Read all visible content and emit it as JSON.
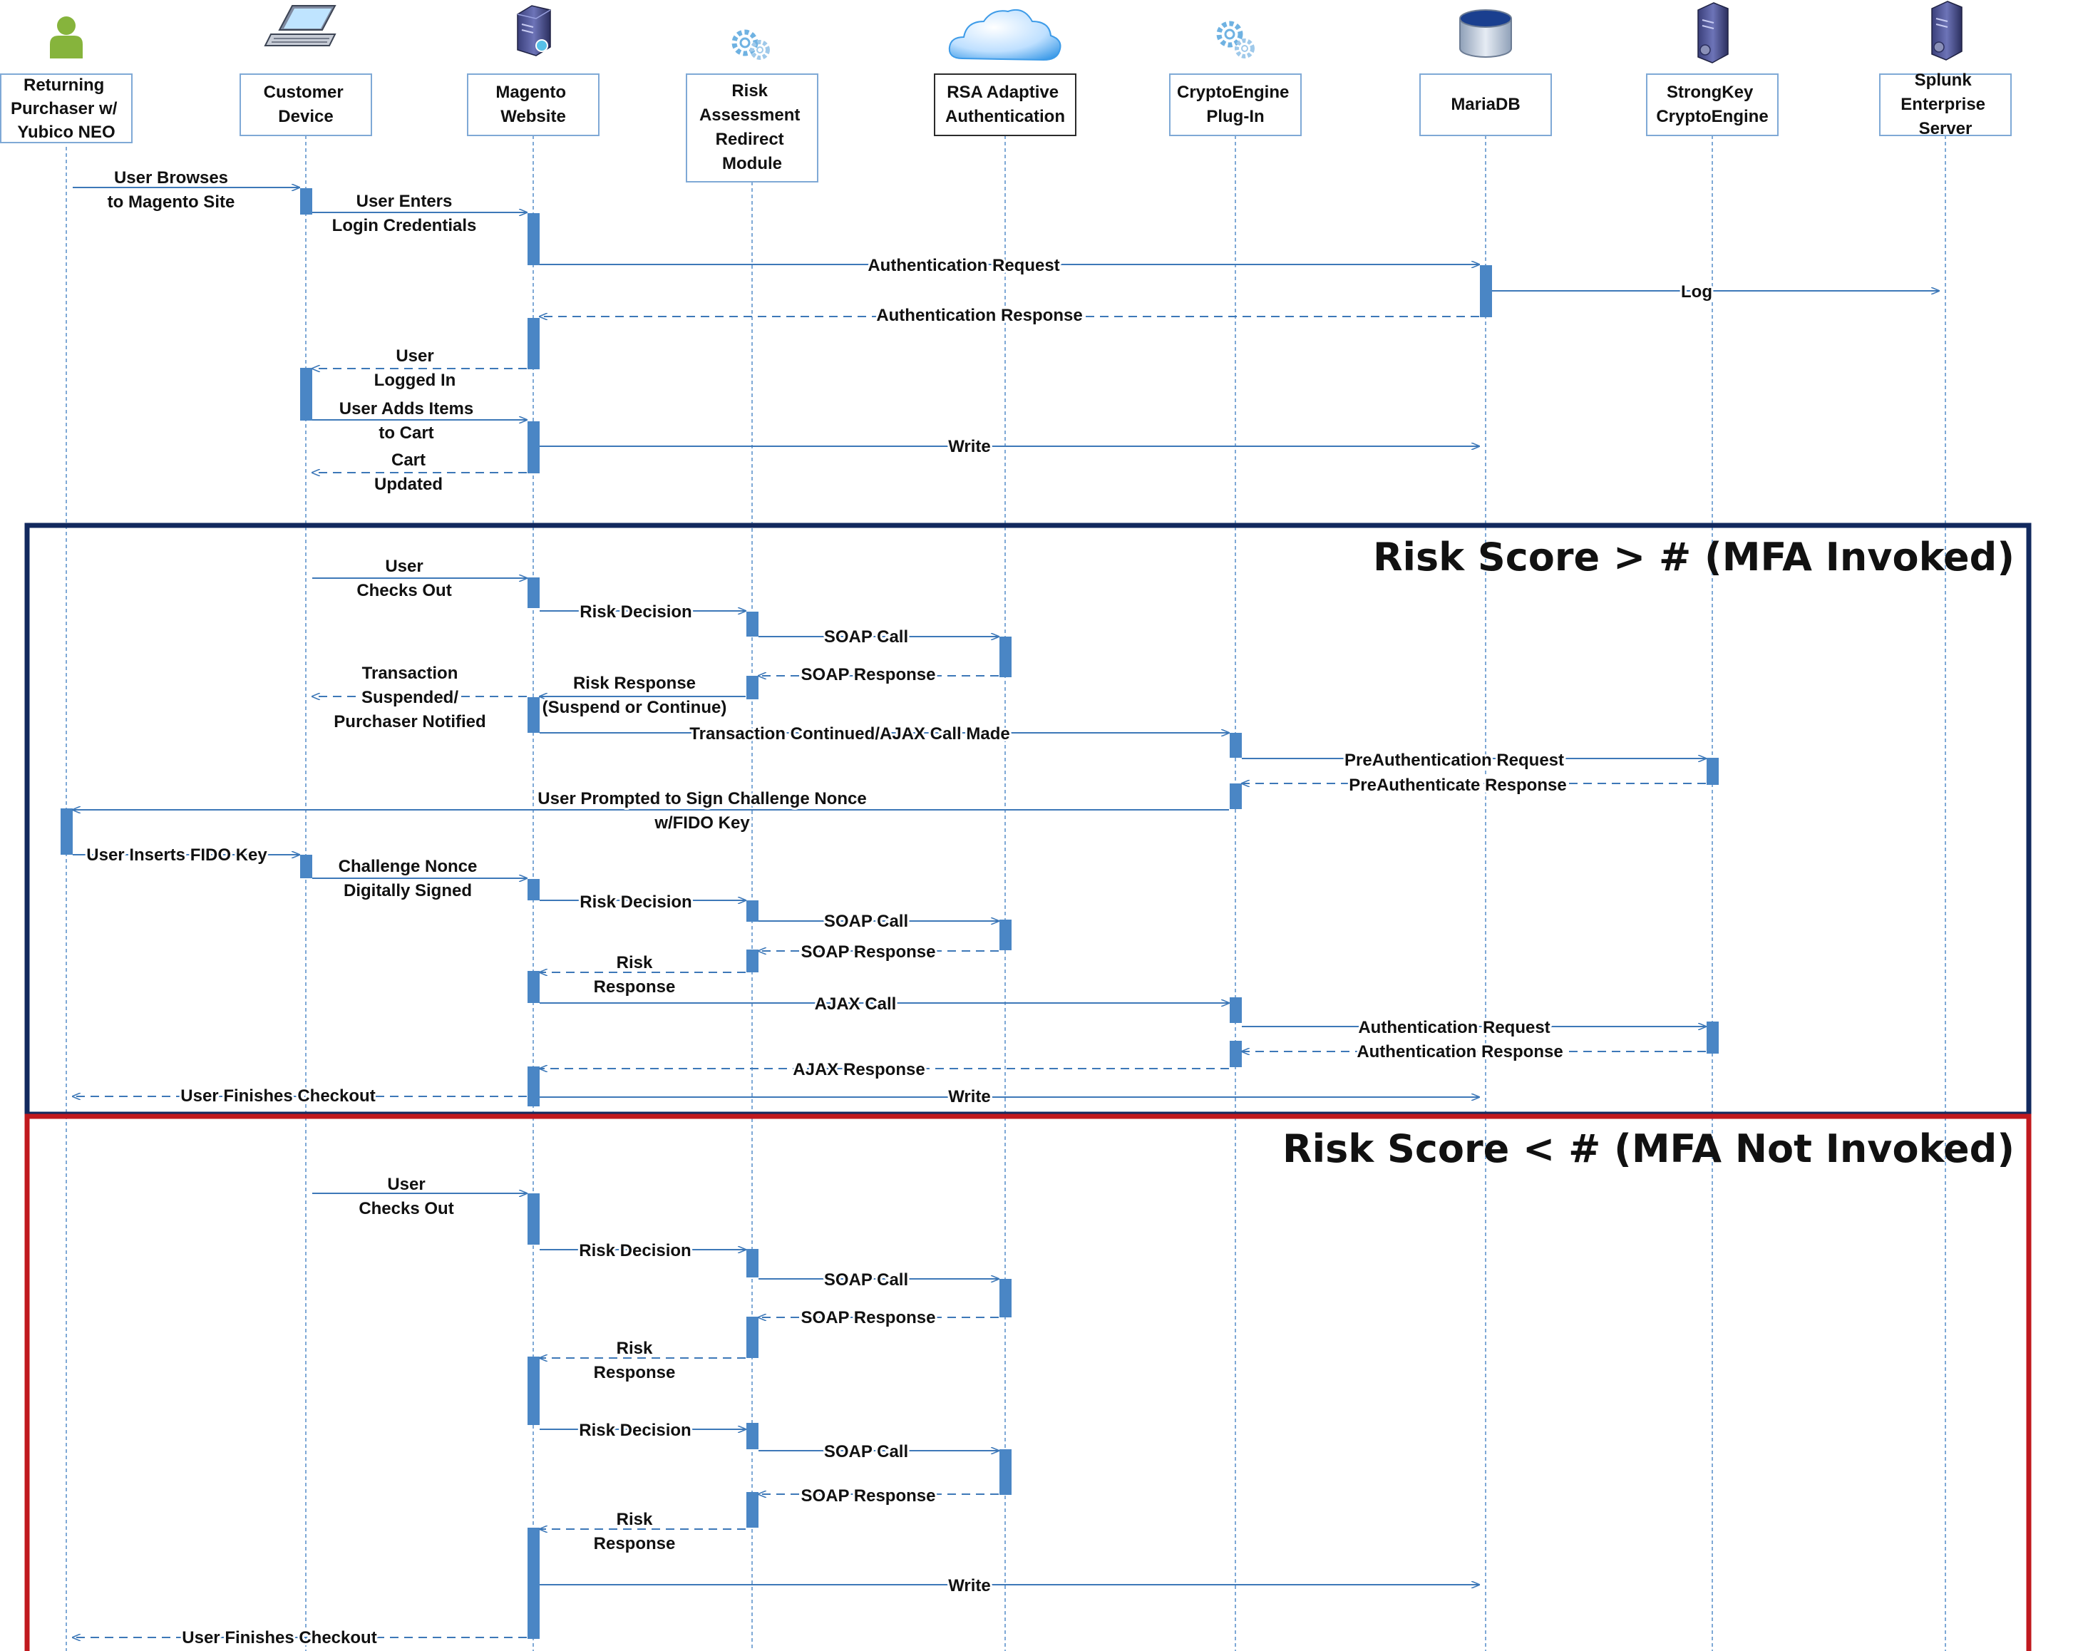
{
  "colors": {
    "lifeline": "#7fa9d6",
    "activation": "#4a86c5",
    "arrow": "#3d78b8",
    "mfa_frame": "#12295e",
    "no_mfa_frame": "#c0191e",
    "person_icon": "#86b43c"
  },
  "participants": [
    {
      "id": "purchaser",
      "lines": [
        "Returning",
        "Purchaser w/",
        "Yubico NEO"
      ],
      "icon": "person-icon"
    },
    {
      "id": "device",
      "lines": [
        "Customer",
        "Device"
      ],
      "icon": "laptop-icon"
    },
    {
      "id": "magento",
      "lines": [
        "Magento",
        "Website"
      ],
      "icon": "server-icon"
    },
    {
      "id": "risk",
      "lines": [
        "Risk",
        "Assessment",
        "Redirect",
        "Module"
      ],
      "icon": "gears-icon"
    },
    {
      "id": "rsa",
      "lines": [
        "RSA Adaptive",
        "Authentication"
      ],
      "icon": "cloud-icon"
    },
    {
      "id": "plugin",
      "lines": [
        "CryptoEngine",
        "Plug-In"
      ],
      "icon": "gears-icon"
    },
    {
      "id": "mariadb",
      "lines": [
        "MariaDB"
      ],
      "icon": "database-icon"
    },
    {
      "id": "strongkey",
      "lines": [
        "StrongKey",
        "CryptoEngine"
      ],
      "icon": "server-tower-icon"
    },
    {
      "id": "splunk",
      "lines": [
        "Splunk",
        "Enterprise",
        "Server"
      ],
      "icon": "server-tower-icon"
    }
  ],
  "fragments": [
    {
      "id": "mfa",
      "title": "Risk Score > # (MFA Invoked)"
    },
    {
      "id": "no_mfa",
      "title": "Risk Score < # (MFA Not Invoked)"
    }
  ],
  "messages": [
    {
      "from": "purchaser",
      "to": "device",
      "dashed": false,
      "lines": [
        "User Browses",
        "to Magento Site"
      ]
    },
    {
      "from": "device",
      "to": "magento",
      "dashed": false,
      "lines": [
        "User Enters",
        "Login Credentials"
      ]
    },
    {
      "from": "magento",
      "to": "mariadb",
      "dashed": false,
      "lines": [
        "Authentication Request"
      ]
    },
    {
      "from": "mariadb",
      "to": "splunk",
      "dashed": false,
      "lines": [
        "Log"
      ]
    },
    {
      "from": "mariadb",
      "to": "magento",
      "dashed": true,
      "lines": [
        "Authentication Response"
      ]
    },
    {
      "from": "magento",
      "to": "device",
      "dashed": true,
      "lines": [
        "User",
        "Logged In"
      ]
    },
    {
      "from": "device",
      "to": "magento",
      "dashed": false,
      "lines": [
        "User Adds Items",
        "to Cart"
      ]
    },
    {
      "from": "magento",
      "to": "mariadb",
      "dashed": false,
      "lines": [
        "Write"
      ]
    },
    {
      "from": "magento",
      "to": "device",
      "dashed": true,
      "lines": [
        "Cart",
        "Updated"
      ]
    },
    {
      "from": "device",
      "to": "magento",
      "dashed": false,
      "lines": [
        "User",
        "Checks Out"
      ]
    },
    {
      "from": "magento",
      "to": "risk",
      "dashed": false,
      "lines": [
        "Risk Decision"
      ]
    },
    {
      "from": "risk",
      "to": "rsa",
      "dashed": false,
      "lines": [
        "SOAP Call"
      ]
    },
    {
      "from": "rsa",
      "to": "risk",
      "dashed": true,
      "lines": [
        "SOAP Response"
      ]
    },
    {
      "from": "risk",
      "to": "magento",
      "dashed": false,
      "lines": [
        "Risk Response",
        "(Suspend or Continue)"
      ]
    },
    {
      "from": "magento",
      "to": "device",
      "dashed": true,
      "lines": [
        "Transaction",
        "Suspended/",
        "Purchaser Notified"
      ]
    },
    {
      "from": "magento",
      "to": "plugin",
      "dashed": false,
      "lines": [
        "Transaction Continued/AJAX Call Made"
      ]
    },
    {
      "from": "plugin",
      "to": "strongkey",
      "dashed": false,
      "lines": [
        "PreAuthentication Request"
      ]
    },
    {
      "from": "strongkey",
      "to": "plugin",
      "dashed": true,
      "lines": [
        "PreAuthenticate Response"
      ]
    },
    {
      "from": "plugin",
      "to": "purchaser",
      "dashed": false,
      "lines": [
        "User Prompted to Sign Challenge Nonce",
        "w/FIDO Key"
      ]
    },
    {
      "from": "purchaser",
      "to": "device",
      "dashed": false,
      "lines": [
        "User Inserts FIDO Key"
      ]
    },
    {
      "from": "device",
      "to": "magento",
      "dashed": false,
      "lines": [
        "Challenge Nonce",
        "Digitally Signed"
      ]
    },
    {
      "from": "magento",
      "to": "risk",
      "dashed": false,
      "lines": [
        "Risk Decision"
      ]
    },
    {
      "from": "risk",
      "to": "rsa",
      "dashed": false,
      "lines": [
        "SOAP Call"
      ]
    },
    {
      "from": "rsa",
      "to": "risk",
      "dashed": true,
      "lines": [
        "SOAP Response"
      ]
    },
    {
      "from": "risk",
      "to": "magento",
      "dashed": true,
      "lines": [
        "Risk",
        "Response"
      ]
    },
    {
      "from": "magento",
      "to": "plugin",
      "dashed": false,
      "lines": [
        "AJAX Call"
      ]
    },
    {
      "from": "plugin",
      "to": "strongkey",
      "dashed": false,
      "lines": [
        "Authentication Request"
      ]
    },
    {
      "from": "strongkey",
      "to": "plugin",
      "dashed": true,
      "lines": [
        "Authentication Response"
      ]
    },
    {
      "from": "plugin",
      "to": "magento",
      "dashed": true,
      "lines": [
        "AJAX Response"
      ]
    },
    {
      "from": "magento",
      "to": "purchaser",
      "dashed": true,
      "lines": [
        "User Finishes Checkout"
      ]
    },
    {
      "from": "magento",
      "to": "mariadb",
      "dashed": false,
      "lines": [
        "Write"
      ]
    },
    {
      "from": "device",
      "to": "magento",
      "dashed": false,
      "lines": [
        "User",
        "Checks Out"
      ]
    },
    {
      "from": "magento",
      "to": "risk",
      "dashed": false,
      "lines": [
        "Risk Decision"
      ]
    },
    {
      "from": "risk",
      "to": "rsa",
      "dashed": false,
      "lines": [
        "SOAP Call"
      ]
    },
    {
      "from": "rsa",
      "to": "risk",
      "dashed": true,
      "lines": [
        "SOAP Response"
      ]
    },
    {
      "from": "risk",
      "to": "magento",
      "dashed": true,
      "lines": [
        "Risk",
        "Response"
      ]
    },
    {
      "from": "magento",
      "to": "risk",
      "dashed": false,
      "lines": [
        "Risk Decision"
      ]
    },
    {
      "from": "risk",
      "to": "rsa",
      "dashed": false,
      "lines": [
        "SOAP Call"
      ]
    },
    {
      "from": "rsa",
      "to": "risk",
      "dashed": true,
      "lines": [
        "SOAP Response"
      ]
    },
    {
      "from": "risk",
      "to": "magento",
      "dashed": true,
      "lines": [
        "Risk",
        "Response"
      ]
    },
    {
      "from": "magento",
      "to": "mariadb",
      "dashed": false,
      "lines": [
        "Write"
      ]
    },
    {
      "from": "magento",
      "to": "purchaser",
      "dashed": true,
      "lines": [
        "User Finishes Checkout"
      ]
    }
  ]
}
